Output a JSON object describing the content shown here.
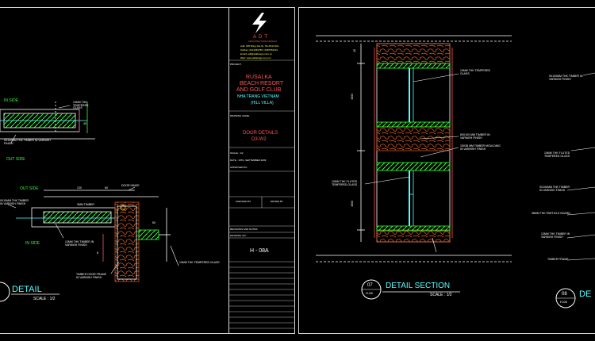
{
  "title_block": {
    "logo_text": "ADT",
    "logo_tagline": "ARCHITECTURE DESIGN",
    "address_lines": [
      "Add: 185 Bong Gia St, Tan Binh Dist",
      "Tel/Fax: 0123456789 / 0987654321",
      "Email: adt@adtdesign.com.vn",
      "Web: www.adtdesign.com.vn"
    ],
    "project_label": "PROJECT:",
    "project_name_lines": [
      "RUSALKA",
      "BEACH RESORT",
      "AND GOLF CLUB"
    ],
    "project_location_lines": [
      "NHA TRANG VIETNAM",
      "(HILL VILLA)"
    ],
    "drawing_label": "DRAWING NAME:",
    "drawing_name_lines": [
      "DOOR  DETAILS",
      "D3-W2"
    ],
    "scale_text": "SCALE : 1/2",
    "date_text": "DATE : 10TH, SEPTEMBER 2009",
    "approved_label": "APPROVED BY:",
    "checked_label": "CHECKED BY",
    "drawn_label": "DRAWN BY",
    "revisions_label": "REVISIONS AND NOTES",
    "drawing_no_label": "DRAWING NO:",
    "drawing_no": "H - 08A"
  },
  "left_panel": {
    "labels": {
      "in_side_top": "IN SIDE",
      "out_side_top": "OUT SIDE",
      "out_side_mid": "OUT SIDE",
      "in_side_mid": "IN SIDE",
      "door_hinge": "DOOR HINGE"
    },
    "notes": [
      "10MM THK TEMPERED GLASS",
      "9X100MM THK TIMBER IN VARNISH FINISH",
      "9X10MM THK TIMBER IN VARNISH FINISH",
      "3MM TIMBER",
      "12MM THK TIMBER IN VARNISH FINISH",
      "10MM THK TEMPERED GLASS",
      "TIMBER DOOR FRAME IN VARNISH FINISH"
    ],
    "dims": [
      "120",
      "50",
      "8",
      "40",
      "50"
    ],
    "title": "DETAIL",
    "scale": "SCALE : 1/2"
  },
  "mid_panel": {
    "notes": [
      "10MM THK TEMPERED GLASS",
      "80X100 MM TIMBER IN VARNISH FINISH",
      "15X38 MM TIMBER MOULDING IN VARNISH FINISH",
      "10MM THK FLUTED TEMPERED GLASS"
    ],
    "dims": [
      "4000",
      "4000",
      "40"
    ],
    "bubble_top": "07",
    "bubble_bottom": "H-08",
    "title": "DETAIL SECTION",
    "scale": "SCALE : 1/2"
  },
  "right_panel": {
    "notes": [
      "9X100MM THK TIMBER IN VARNISH FINISH",
      "10MM THK FLUTED TEMPERED GLASS",
      "9X100MM THK TIMBER IN VARNISH FINISH",
      "38MM THK PARTICLE BOARD",
      "12MM THK TIMBER IN VARNISH FINISH",
      "TIMBER FRAME"
    ],
    "bubble_top": "08",
    "bubble_bottom": "H-08",
    "title": "DE"
  },
  "colors": {
    "background": "#000000",
    "green": "#33ff33",
    "cyan": "#55ffff",
    "white": "#ffffff",
    "red": "#ff5555",
    "yellow": "#ffff44",
    "wood": "#c8551f"
  }
}
